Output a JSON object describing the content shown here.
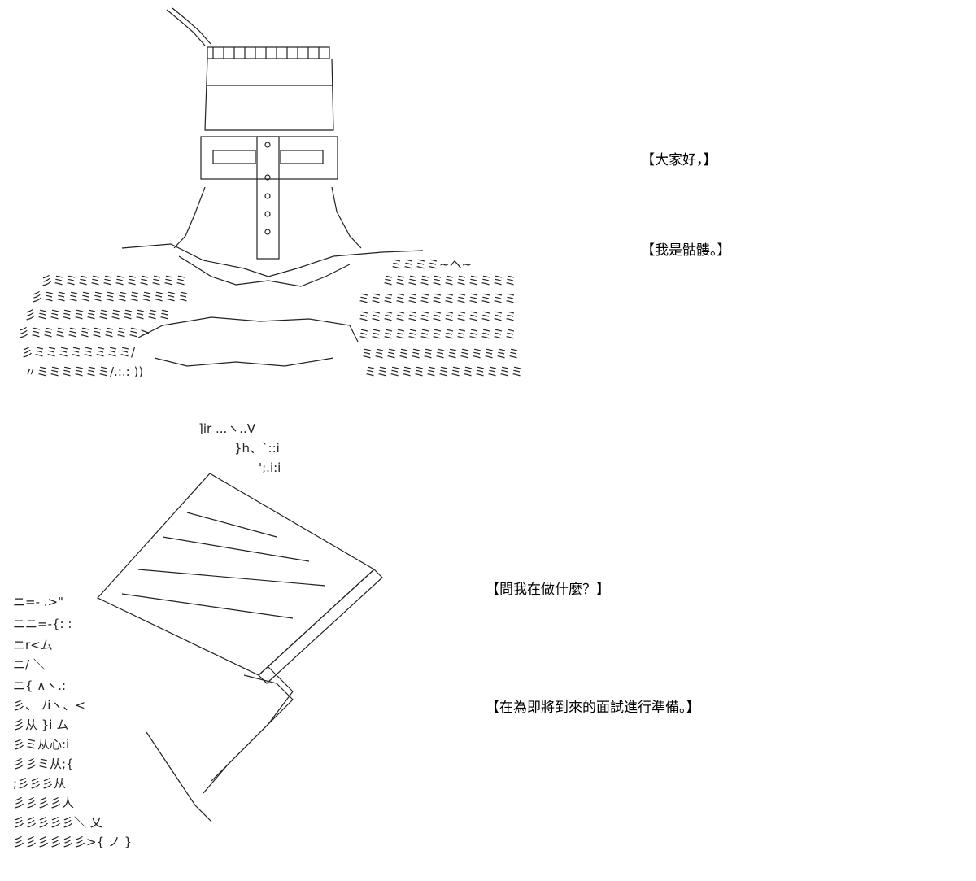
{
  "captions": [
    "【大家好，】",
    "【我是骷髏。】",
    "【問我在做什麼？】",
    "【在為即將到來的面試進行準備。】"
  ],
  "colors": {
    "background": "#ffffff",
    "ink": "#000000",
    "art_ink": "#222222"
  }
}
